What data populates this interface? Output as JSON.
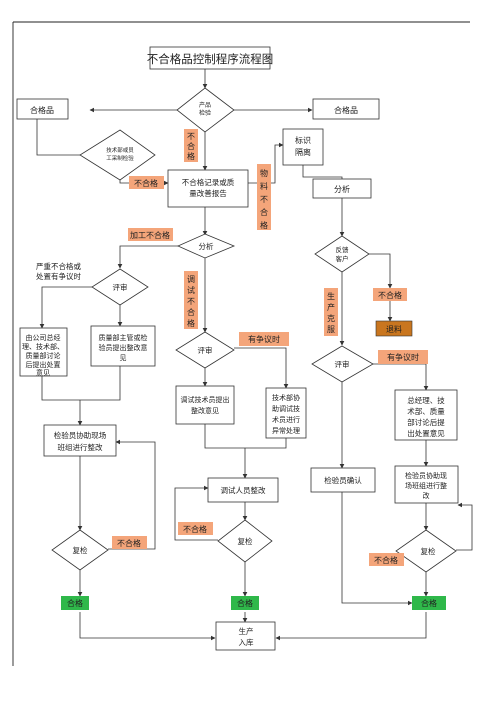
{
  "title": "不合格品控制程序流程图",
  "nodes": {
    "pass_left": "合格品",
    "product_check": [
      "产品",
      "检验"
    ],
    "pass_right": "合格品",
    "tech_dept": [
      "技术部或员",
      "工采制检验"
    ],
    "record_report": [
      "不合格记录或质",
      "量改善报告"
    ],
    "mark_isolate": [
      "标识",
      "隔离"
    ],
    "analysis_right": "分析",
    "analysis_center": "分析",
    "feedback_customer": [
      "反馈",
      "客户"
    ],
    "review_left": "评审",
    "review_center": "评审",
    "review_right": "评审",
    "gm_discuss": [
      "由公司总经",
      "理、技术部、",
      "质量部讨论",
      "后提出处置",
      "意见"
    ],
    "qa_supervisor": [
      "质量部主管或检",
      "验员提出整改意",
      "见"
    ],
    "debug_tech": [
      "调试技术员提出",
      "整改意见"
    ],
    "tech_assist": [
      "技术部协",
      "助调试技",
      "术员进行",
      "异常处理"
    ],
    "gm_right": [
      "总经理、技",
      "术部、质量",
      "部讨论后提",
      "出处置意见"
    ],
    "inspector_left": [
      "检验员协助现场",
      "班组进行整改"
    ],
    "debug_staff": "调试人员整改",
    "inspector_confirm": "检验员确认",
    "inspector_right": [
      "检验员协助现",
      "场班组进行整",
      "改"
    ],
    "recheck_left": "复检",
    "recheck_center": "复检",
    "recheck_right": "复检",
    "production_storage": [
      "生产",
      "入库"
    ]
  },
  "labels": {
    "nonconf_vertical": [
      "不",
      "合",
      "格"
    ],
    "nonconf_1": "不合格",
    "material_vertical": [
      "物",
      "料",
      "不",
      "合",
      "格"
    ],
    "process_nonconf": "加工不合格",
    "serious": [
      "严重不合格或",
      "处置有争议时"
    ],
    "debug_vertical": [
      "调",
      "试",
      "不",
      "合",
      "格"
    ],
    "dispute_center": "有争议时",
    "prod_overcome": [
      "生",
      "产",
      "克",
      "服"
    ],
    "nonconf_customer": "不合格",
    "scrap": "退料",
    "dispute_right": "有争议时",
    "nonconf_left": "不合格",
    "nonconf_center": "不合格",
    "nonconf_right": "不合格",
    "pass_1": "合格",
    "pass_2": "合格",
    "pass_3": "合格"
  },
  "colors": {
    "label_orange": "#f4a57a",
    "label_green": "#2fb84a",
    "scrap_brown": "#c9761f",
    "stroke": "#333333"
  }
}
